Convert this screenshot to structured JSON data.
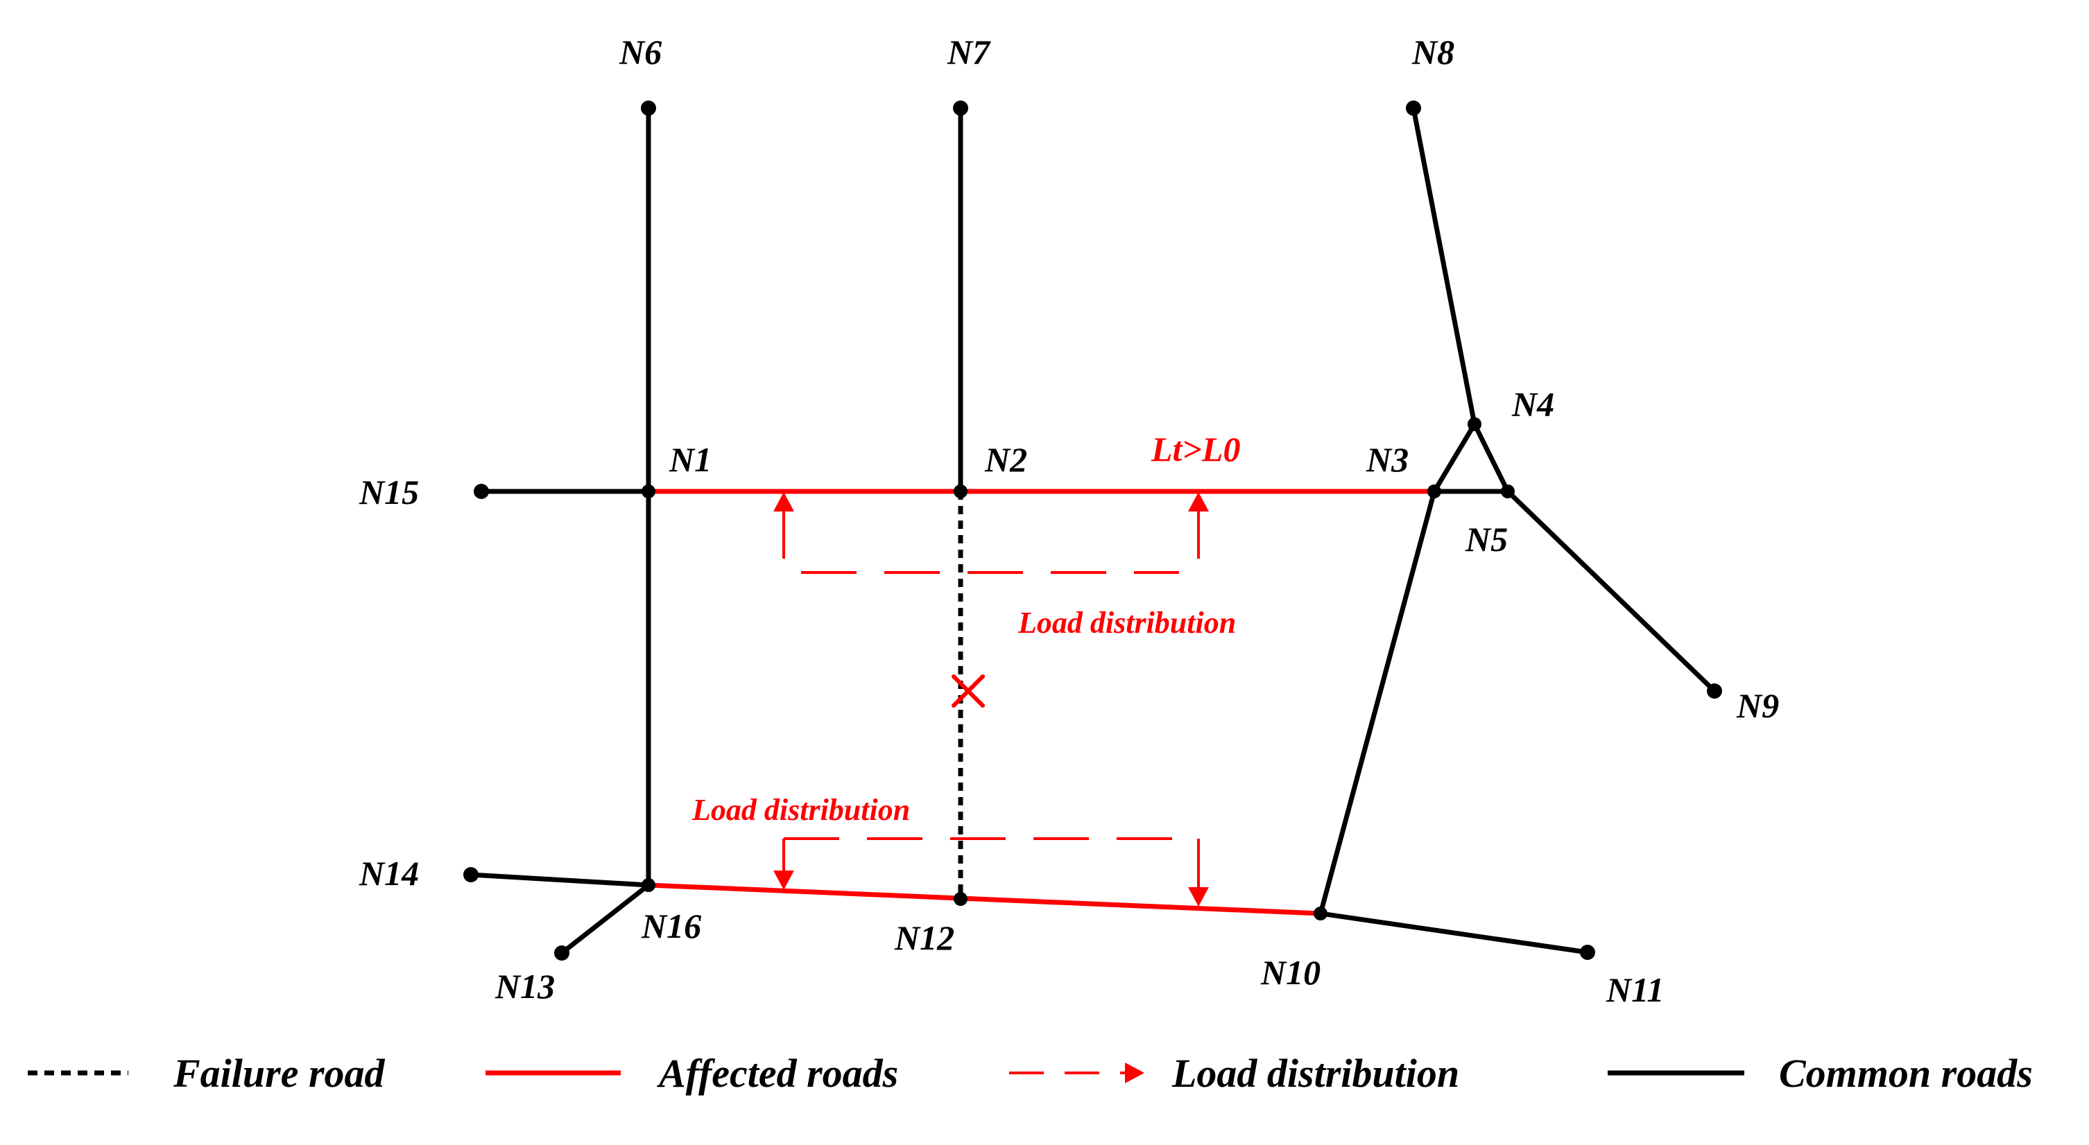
{
  "colors": {
    "failure": "#000000",
    "affected": "#ff0000",
    "load": "#ff0000",
    "common": "#000000"
  },
  "nodes": {
    "n1": "N1",
    "n2": "N2",
    "n3": "N3",
    "n4": "N4",
    "n5": "N5",
    "n6": "N6",
    "n7": "N7",
    "n8": "N8",
    "n9": "N9",
    "n10": "N10",
    "n11": "N11",
    "n12": "N12",
    "n13": "N13",
    "n14": "N14",
    "n15": "N15",
    "n16": "N16"
  },
  "annotations": {
    "overload": "Lt>L0",
    "load_top": "Load distribution",
    "load_bottom": "Load distribution"
  },
  "legend": {
    "failure": "Failure road",
    "affected": "Affected roads",
    "load": "Load distribution",
    "common": "Common roads"
  }
}
